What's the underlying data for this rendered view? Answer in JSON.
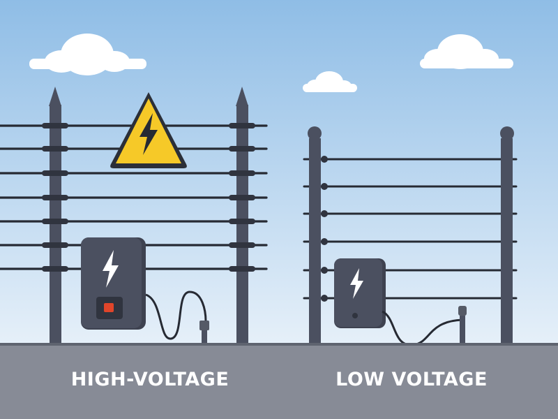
{
  "labels": {
    "high_voltage": "HIGH-VOLTAGE",
    "low_voltage": "LOW VOLTAGE"
  },
  "panels": [
    {
      "fence_type": "high-voltage",
      "wire_count": 7,
      "post_top": "spike",
      "warning_sign": "warning-triangle-icon",
      "energizer_indicator": "red-square"
    },
    {
      "fence_type": "low-voltage",
      "wire_count": 6,
      "post_top": "ball",
      "warning_sign": null,
      "energizer_indicator": "grey-dot"
    }
  ],
  "icons": {
    "bolt": "lightning-bolt-icon",
    "cloud": "cloud-icon",
    "ground_rod": "ground-rod-icon"
  },
  "colors": {
    "sky_top": "#8fbde6",
    "sky_bottom": "#e6f0f9",
    "ground": "#878b96",
    "ground_line": "#5f6470",
    "post": "#4b5060",
    "wire": "#262a33",
    "energizer": "#4b5060",
    "warning_yellow": "#f6c928",
    "indicator_red": "#e0452a",
    "label": "#ffffff"
  }
}
